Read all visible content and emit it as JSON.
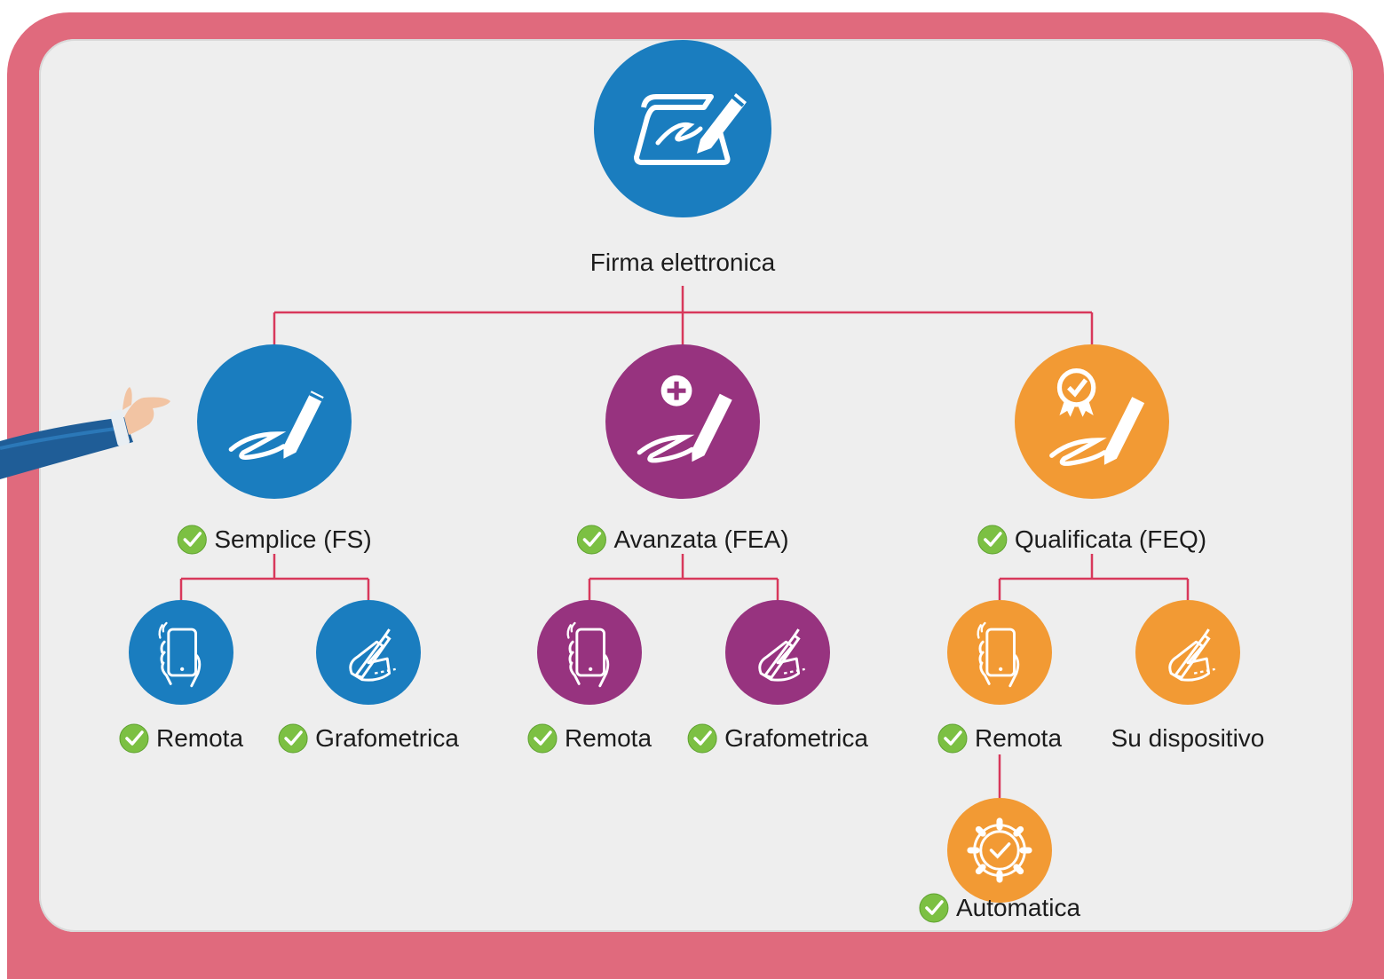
{
  "colors": {
    "blue": "#1a7dbf",
    "purple": "#97337f",
    "orange": "#f29a34",
    "connector": "#d8385b",
    "check": "#7cc043",
    "frame": "#e06a7d"
  },
  "tree": {
    "root": {
      "label": "Firma elettronica",
      "icon": "signature-tablet-icon"
    },
    "types": [
      {
        "label": "Semplice (FS)",
        "checked": true,
        "icon": "pen-signature-icon",
        "methods": [
          {
            "label": "Remota",
            "checked": true,
            "icon": "smartphone-hand-icon"
          },
          {
            "label": "Grafometrica",
            "checked": true,
            "icon": "hand-pen-icon"
          }
        ]
      },
      {
        "label": "Avanzata (FEA)",
        "checked": true,
        "icon": "pen-signature-plus-icon",
        "methods": [
          {
            "label": "Remota",
            "checked": true,
            "icon": "smartphone-hand-icon"
          },
          {
            "label": "Grafometrica",
            "checked": true,
            "icon": "hand-pen-icon"
          }
        ]
      },
      {
        "label": "Qualificata (FEQ)",
        "checked": true,
        "icon": "pen-signature-badge-icon",
        "methods": [
          {
            "label": "Remota",
            "checked": true,
            "icon": "smartphone-hand-icon",
            "sub": {
              "label": "Automatica",
              "checked": true,
              "icon": "gear-check-icon"
            }
          },
          {
            "label": "Su dispositivo",
            "checked": false,
            "icon": "hand-pen-icon"
          }
        ]
      }
    ]
  }
}
